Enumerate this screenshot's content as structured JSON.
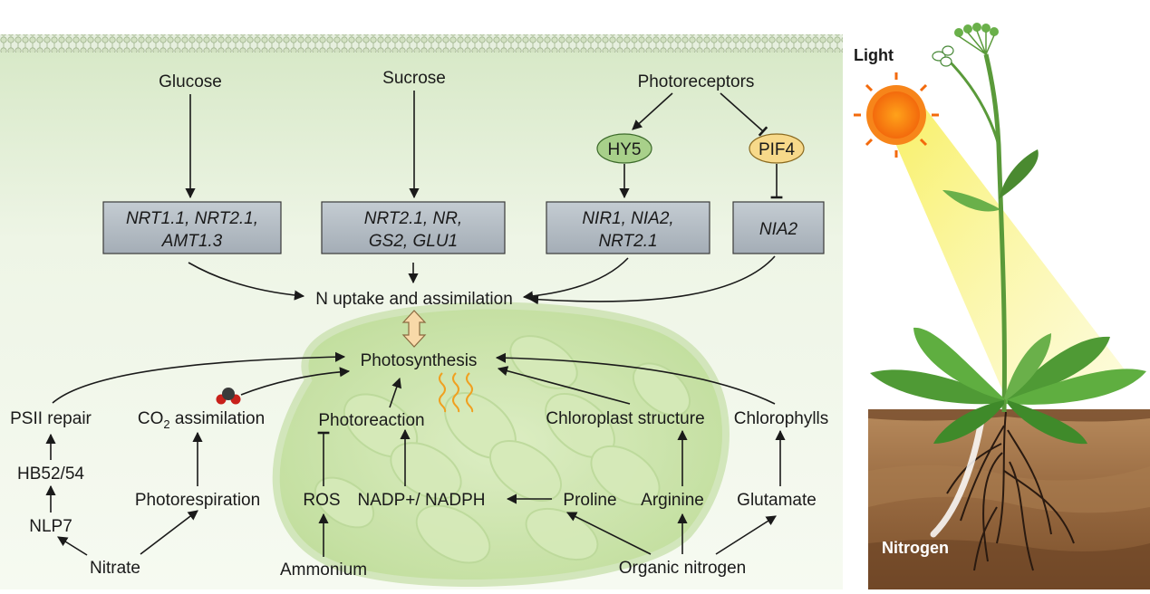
{
  "sources": {
    "glucose": "Glucose",
    "sucrose": "Sucrose",
    "photoreceptors": "Photoreceptors"
  },
  "regulators": {
    "hy5": "HY5",
    "pif4": "PIF4"
  },
  "gene_boxes": [
    {
      "line1": "NRT1.1, NRT2.1,",
      "line2": "AMT1.3"
    },
    {
      "line1": "NRT2.1, NR,",
      "line2": "GS2, GLU1"
    },
    {
      "line1": "NIR1, NIA2,",
      "line2": "NRT2.1"
    },
    {
      "line1": "NIA2",
      "line2": ""
    }
  ],
  "center": {
    "n_uptake": "N uptake and assimilation",
    "photosynthesis": "Photosynthesis"
  },
  "processes": {
    "psii_repair": "PSII repair",
    "co2_prefix": "CO",
    "co2_sub": "2",
    "co2_suffix": " assimilation",
    "photoreaction": "Photoreaction",
    "chloroplast_structure": "Chloroplast structure",
    "chlorophylls": "Chlorophylls"
  },
  "intermediates": {
    "hb52_54": "HB52/54",
    "nlp7": "NLP7",
    "photorespiration": "Photorespiration",
    "ros": "ROS",
    "nadp": "NADP+/ NADPH",
    "proline": "Proline",
    "arginine": "Arginine",
    "glutamate": "Glutamate"
  },
  "inputs": {
    "nitrate": "Nitrate",
    "ammonium": "Ammonium",
    "organic_nitrogen": "Organic nitrogen"
  },
  "plant_panel": {
    "light": "Light",
    "nitrogen": "Nitrogen"
  },
  "colors": {
    "cell_bg": "#e3efd8",
    "chloroplast": "#c9e2a6",
    "gene_box": "#b3bcc4",
    "hy5_fill": "#a8d08a",
    "pif4_fill": "#f7d98a",
    "soil": "#8a5a35"
  }
}
